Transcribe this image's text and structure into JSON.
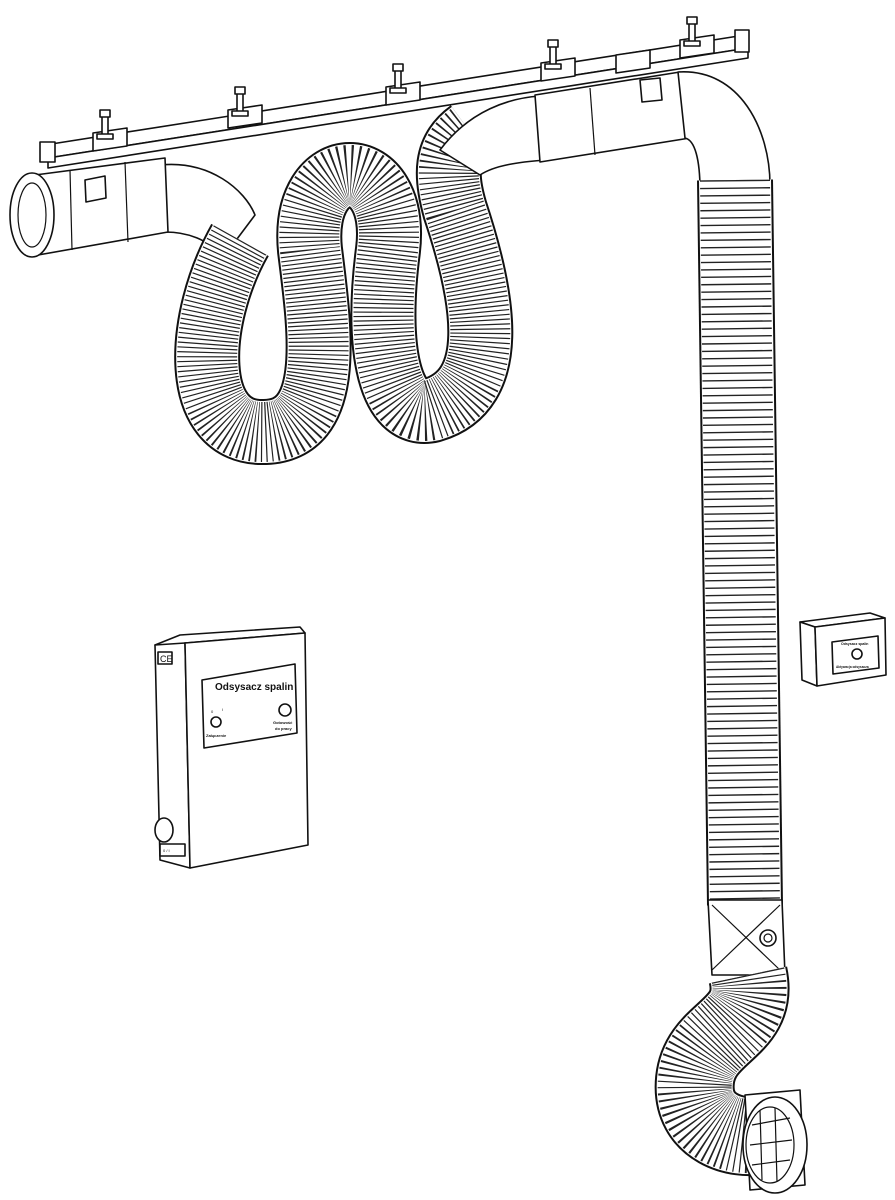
{
  "control_box": {
    "ce_mark": "CE",
    "title": "Odsysacz spalin",
    "switch_positions": [
      "0",
      "I"
    ],
    "switch_label": "Załączenie",
    "indicator_label_line1": "Gotowość",
    "indicator_label_line2": "do pracy",
    "main_switch_label": "0 / I"
  },
  "remote_box": {
    "title": "Odsysacz spalin",
    "button_label": "Aktywacja odsysacza"
  },
  "colors": {
    "line": "#111111",
    "fill": "#ffffff"
  }
}
